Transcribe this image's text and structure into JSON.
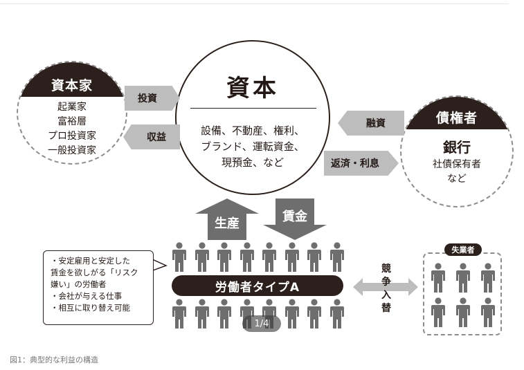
{
  "capitalists": {
    "title": "資本家",
    "items": [
      "起業家",
      "富裕層",
      "プロ投資家",
      "一般投資家"
    ]
  },
  "capital": {
    "title": "資本",
    "items": [
      "設備、不動産、権利、",
      "ブランド、運転資金、",
      "現預金、など"
    ]
  },
  "creditors": {
    "title": "債権者",
    "main": "銀行",
    "items": [
      "社債保有者",
      "など"
    ]
  },
  "arrows": {
    "invest": "投資",
    "profit": "収益",
    "finance": "融資",
    "repay": "返済・利息",
    "production": "生産",
    "wage": "賃金"
  },
  "workers": {
    "label": "労働者タイプA"
  },
  "note": {
    "lines": [
      "・安定雇用と安定した",
      "賃金を欲しがる「リスク",
      "嫌い」の労働者",
      "・会社が与える仕事",
      "・相互に取り替え可能"
    ]
  },
  "unemployed": {
    "label": "失業者"
  },
  "compete": {
    "chars": [
      "競",
      "争",
      "入",
      "替"
    ]
  },
  "page_indicator": "1/4",
  "caption": "図1：典型的な利益の構造",
  "colors": {
    "dark": "#2b201c",
    "arrow_gray": "#bdbdbd",
    "person_gray": "#6e6e6e"
  }
}
